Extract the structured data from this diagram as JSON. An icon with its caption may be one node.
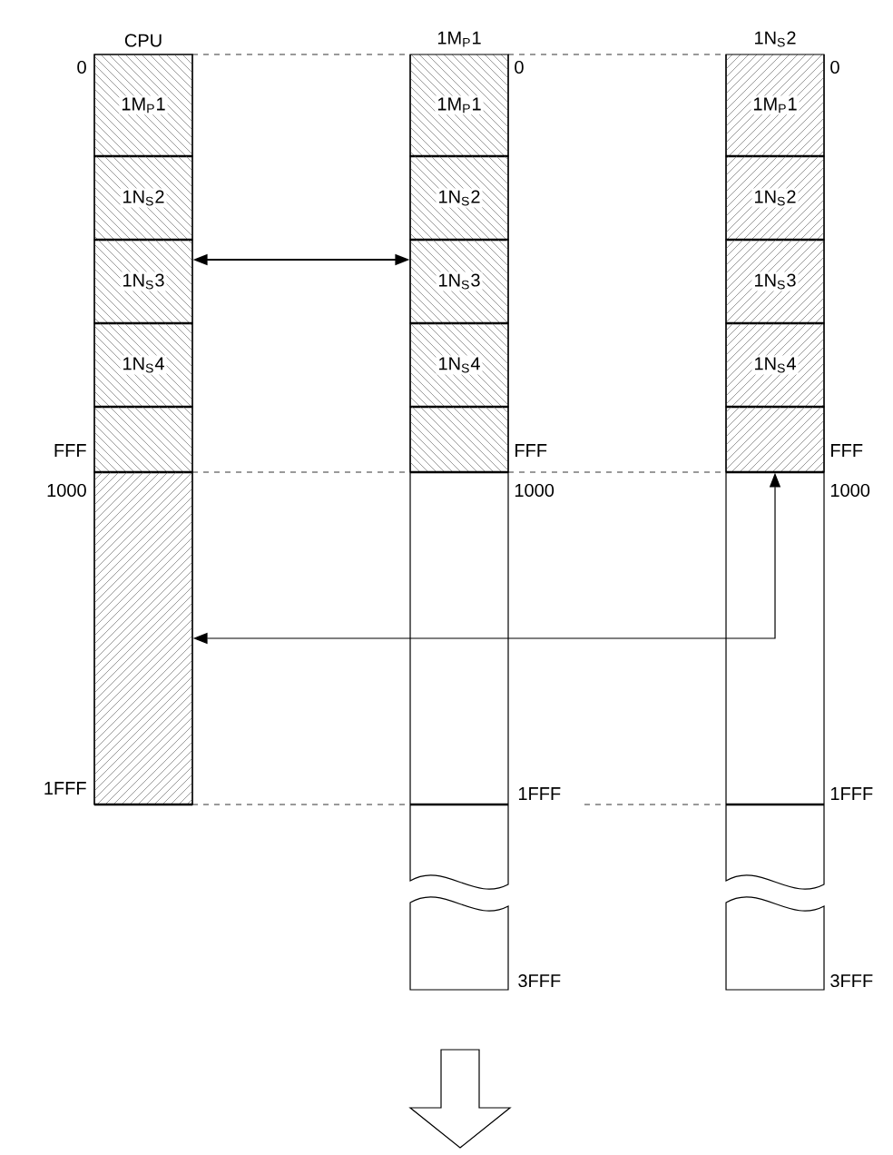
{
  "diagram": {
    "nodes": [
      {
        "text": [
          "CPU"
        ],
        "beside": [
          "0",
          "FFF",
          "1000",
          "1FFF"
        ]
      },
      {
        "text": [
          "1M$_{P}$1"
        ],
        "in": 0
      },
      {
        "text": [
          "1N$_{S}$2"
        ],
        "in": 0
      },
      {
        "text": [
          "1N$_{S}$3"
        ],
        "in": 0
      },
      {
        "text": [
          "1N$_{S}$4"
        ],
        "in": 0
      },
      {
        "text": [],
        "shape": "box",
        "in": 0
      },
      {
        "text": [],
        "shape": "box",
        "in": 0
      },
      {
        "text": [
          "1M$_{P}$1"
        ],
        "beside": [
          "0",
          "FFF",
          "1000",
          "1FFF",
          "3FFF"
        ]
      },
      {
        "text": [
          "1M$_{P}$1"
        ],
        "in": 7
      },
      {
        "text": [
          "1N$_{S}$2"
        ],
        "in": 7
      },
      {
        "text": [
          "1N$_{S}$3"
        ],
        "in": 7
      },
      {
        "text": [
          "1N$_{S}$4"
        ],
        "in": 7
      },
      {
        "text": [],
        "shape": "box",
        "in": 7
      },
      {
        "text": [
          "1N$_{S}$2"
        ],
        "beside": [
          "0",
          "FFF",
          "1000",
          "1FFF",
          "3FFF"
        ]
      },
      {
        "text": [
          "1M$_{P}$1"
        ],
        "in": 13
      },
      {
        "text": [
          "1N$_{S}$2"
        ],
        "in": 13
      },
      {
        "text": [
          "1N$_{S}$3"
        ],
        "in": 13
      },
      {
        "text": [
          "1N$_{S}$4"
        ],
        "in": 13
      },
      {
        "text": [],
        "shape": "box",
        "in": 13
      }
    ],
    "edges": [
      {
        "from": 3,
        "to": 10,
        "arrow": "both"
      },
      {
        "from": 6,
        "to": 18,
        "arrow": "both"
      }
    ]
  }
}
